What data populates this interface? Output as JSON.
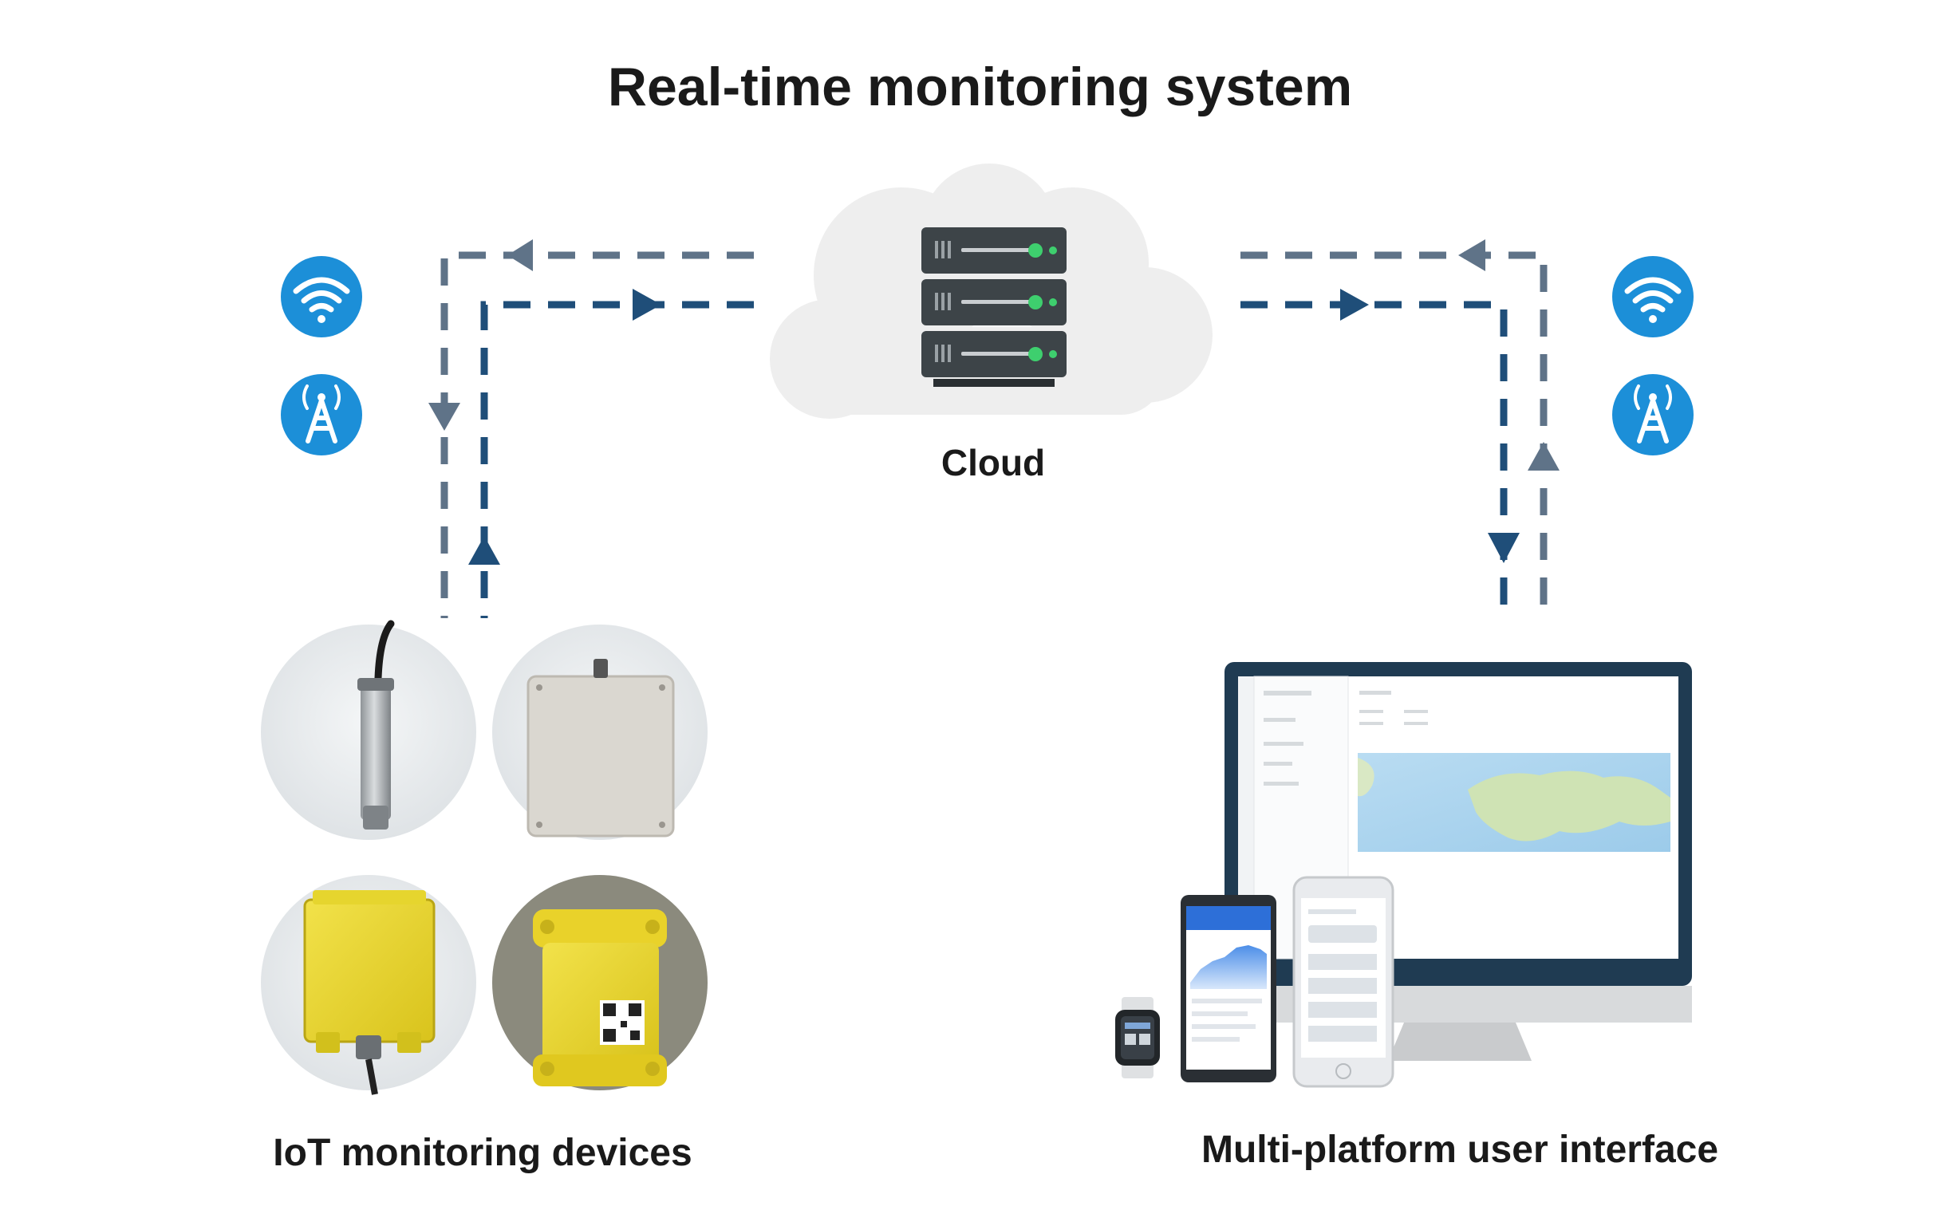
{
  "title": "Real-time monitoring system",
  "nodes": {
    "cloud": {
      "label": "Cloud",
      "icon": "server-rack-icon"
    },
    "devices": {
      "label": "IoT monitoring devices"
    },
    "ui": {
      "label": "Multi-platform user interface"
    }
  },
  "icons": [
    "wifi-icon",
    "cell-tower-icon"
  ],
  "colors": {
    "flow_dark": "#1f4e79",
    "flow_light": "#5f7388",
    "icon_blue": "#1c8fd8",
    "device_yellow": "#e8d424",
    "server": "#3d4448",
    "server_led": "#3ecf6e",
    "cloud": "#eeeeee",
    "text": "#1a1a1a"
  }
}
